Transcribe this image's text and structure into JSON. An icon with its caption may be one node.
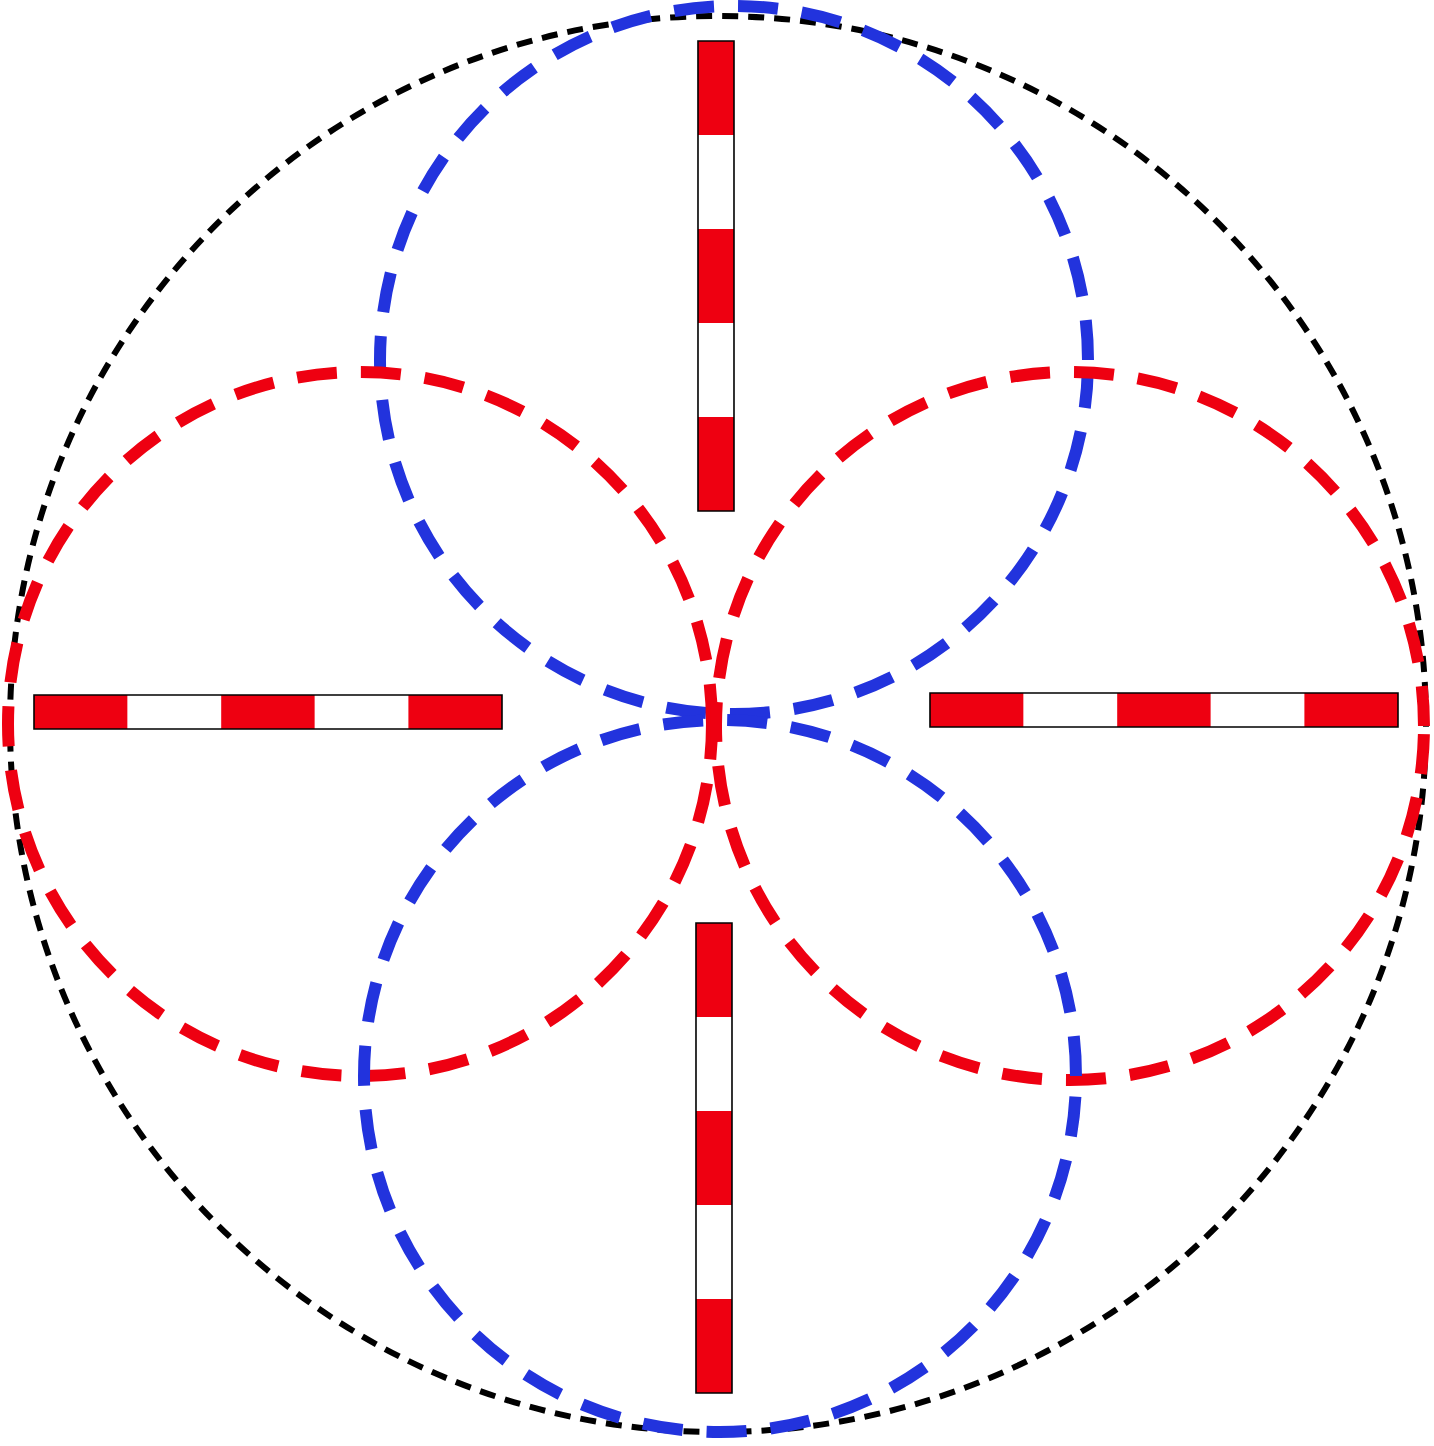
{
  "diagram": {
    "nodes": [
      {
        "text": [],
        "shape": "circle"
      },
      {
        "text": [],
        "shape": "circle",
        "in": 0
      },
      {
        "text": [],
        "shape": "bar",
        "in": 1
      },
      {
        "text": [],
        "shape": "circle",
        "in": 0
      },
      {
        "text": [],
        "shape": "bar",
        "in": 3
      },
      {
        "text": [],
        "shape": "circle",
        "in": 0
      },
      {
        "text": [],
        "shape": "bar",
        "in": 5
      },
      {
        "text": [],
        "shape": "circle",
        "in": 0
      },
      {
        "text": [],
        "shape": "bar",
        "in": 7
      }
    ]
  }
}
